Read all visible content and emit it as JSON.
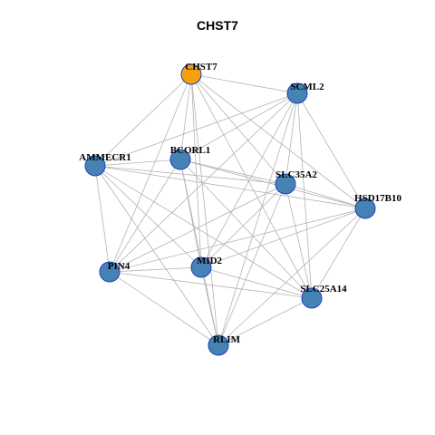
{
  "title": "CHST7",
  "colors": {
    "hub": "#f5a00f",
    "node": "#4682b4",
    "node_border": "#1f3fbf",
    "edge": "#b3b3b3"
  },
  "nodes": [
    {
      "id": "CHST7",
      "label": "CHST7",
      "hub": true
    },
    {
      "id": "SCML2",
      "label": "SCML2"
    },
    {
      "id": "BCORL1",
      "label": "BCORL1"
    },
    {
      "id": "AMMECR1",
      "label": "AMMECR1"
    },
    {
      "id": "SLC35A2",
      "label": "SLC35A2"
    },
    {
      "id": "HSD17B10",
      "label": "HSD17B10"
    },
    {
      "id": "PIN4",
      "label": "PIN4"
    },
    {
      "id": "MID2",
      "label": "MID2"
    },
    {
      "id": "SLC25A14",
      "label": "SLC25A14"
    },
    {
      "id": "RLIM",
      "label": "RLIM"
    }
  ],
  "edges": [
    [
      "CHST7",
      "SCML2"
    ],
    [
      "CHST7",
      "AMMECR1"
    ],
    [
      "CHST7",
      "BCORL1"
    ],
    [
      "CHST7",
      "SLC35A2"
    ],
    [
      "CHST7",
      "HSD17B10"
    ],
    [
      "CHST7",
      "PIN4"
    ],
    [
      "CHST7",
      "MID2"
    ],
    [
      "CHST7",
      "SLC25A14"
    ],
    [
      "CHST7",
      "RLIM"
    ],
    [
      "SCML2",
      "AMMECR1"
    ],
    [
      "SCML2",
      "BCORL1"
    ],
    [
      "SCML2",
      "SLC35A2"
    ],
    [
      "SCML2",
      "HSD17B10"
    ],
    [
      "SCML2",
      "PIN4"
    ],
    [
      "SCML2",
      "MID2"
    ],
    [
      "SCML2",
      "SLC25A14"
    ],
    [
      "SCML2",
      "RLIM"
    ],
    [
      "AMMECR1",
      "BCORL1"
    ],
    [
      "AMMECR1",
      "SLC35A2"
    ],
    [
      "AMMECR1",
      "HSD17B10"
    ],
    [
      "AMMECR1",
      "PIN4"
    ],
    [
      "AMMECR1",
      "MID2"
    ],
    [
      "AMMECR1",
      "SLC25A14"
    ],
    [
      "AMMECR1",
      "RLIM"
    ],
    [
      "BCORL1",
      "SLC35A2"
    ],
    [
      "BCORL1",
      "HSD17B10"
    ],
    [
      "BCORL1",
      "PIN4"
    ],
    [
      "BCORL1",
      "MID2"
    ],
    [
      "BCORL1",
      "SLC25A14"
    ],
    [
      "BCORL1",
      "RLIM"
    ],
    [
      "SLC35A2",
      "HSD17B10"
    ],
    [
      "SLC35A2",
      "PIN4"
    ],
    [
      "SLC35A2",
      "MID2"
    ],
    [
      "SLC35A2",
      "SLC25A14"
    ],
    [
      "SLC35A2",
      "RLIM"
    ],
    [
      "HSD17B10",
      "PIN4"
    ],
    [
      "HSD17B10",
      "MID2"
    ],
    [
      "HSD17B10",
      "SLC25A14"
    ],
    [
      "HSD17B10",
      "RLIM"
    ],
    [
      "PIN4",
      "MID2"
    ],
    [
      "PIN4",
      "SLC25A14"
    ],
    [
      "PIN4",
      "RLIM"
    ],
    [
      "MID2",
      "SLC25A14"
    ],
    [
      "MID2",
      "RLIM"
    ],
    [
      "SLC25A14",
      "RLIM"
    ]
  ]
}
